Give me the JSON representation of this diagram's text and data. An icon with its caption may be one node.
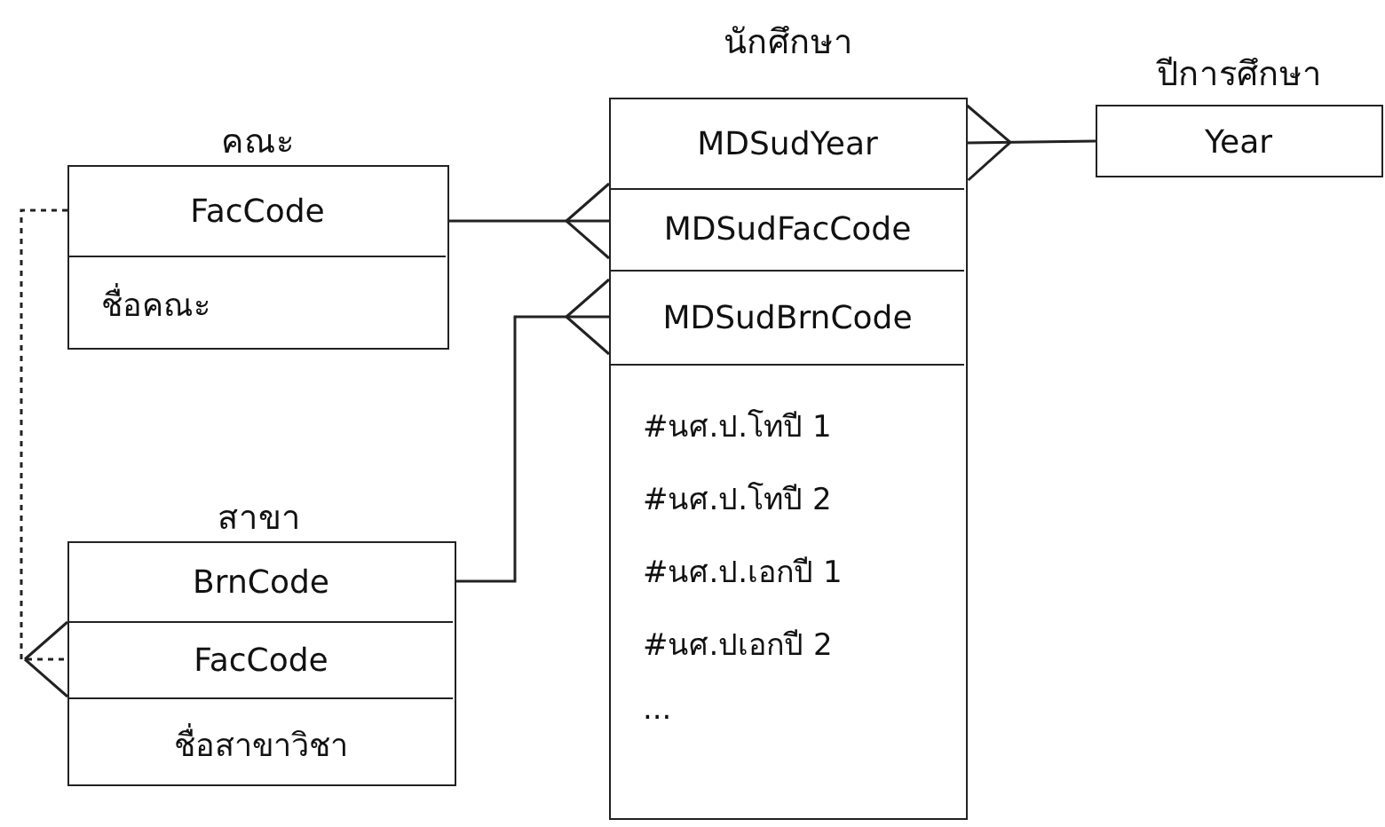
{
  "diagram": {
    "nodes": [
      {
        "text": [
          "คณะ"
        ]
      },
      {
        "text": [
          "FacCode"
        ],
        "in": 0
      },
      {
        "text": [
          "ชื่อคณะ"
        ],
        "in": 0
      },
      {
        "text": [
          "นักศึกษา"
        ]
      },
      {
        "text": [
          "MDSudYear"
        ],
        "in": 3
      },
      {
        "text": [
          "MDSudFacCode"
        ],
        "in": 3
      },
      {
        "text": [
          "MDSudBrnCode"
        ],
        "in": 3
      },
      {
        "text": [
          "#นศ.ป.โทปี 1",
          "#นศ.ป.โทปี 2",
          "#นศ.ป.เอกปี 1",
          "#นศ.ปเอกปี 2",
          "..."
        ],
        "in": 3
      },
      {
        "text": [
          "ปีการศึกษา"
        ]
      },
      {
        "text": [
          "Year"
        ],
        "in": 8
      },
      {
        "text": [
          "สาขา"
        ]
      },
      {
        "text": [
          "BrnCode"
        ],
        "in": 10
      },
      {
        "text": [
          "FacCode"
        ],
        "in": 10
      },
      {
        "text": [
          "ชื่อสาขาวิชา"
        ],
        "in": 10
      }
    ],
    "edges": [
      {
        "from": 9,
        "to": 4,
        "arrow": "other"
      },
      {
        "from": 1,
        "to": 5,
        "arrow": "other"
      },
      {
        "from": 11,
        "to": 6,
        "arrow": "other"
      },
      {
        "from": 1,
        "to": 12,
        "arrow": "other",
        "style": "dashed"
      }
    ]
  }
}
